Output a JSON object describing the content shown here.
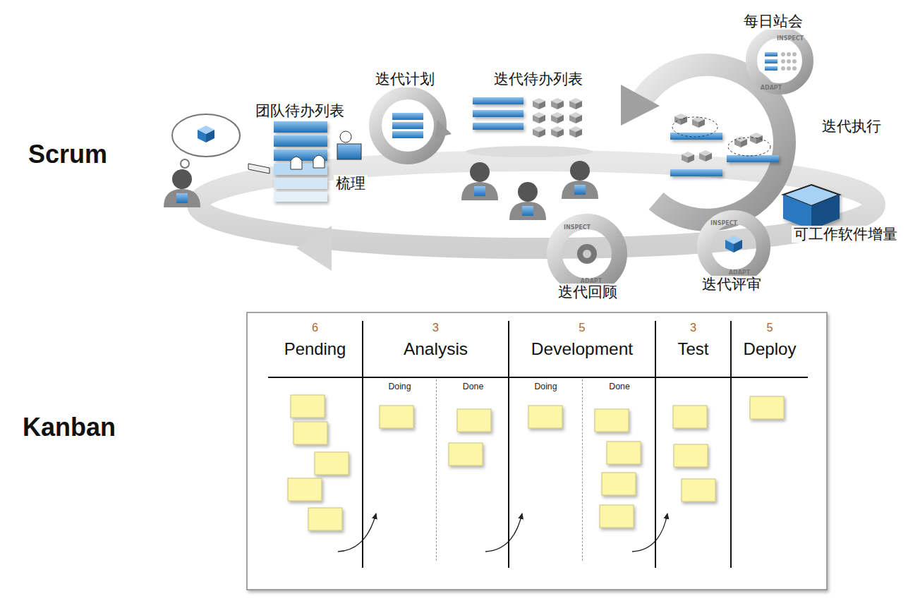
{
  "diagram": {
    "nodes": [
      {
        "text": [
          "6",
          "Pending"
        ]
      },
      {
        "text": [
          "3",
          "Analysis"
        ]
      },
      {
        "text": [
          "Doing"
        ],
        "in": 1
      },
      {
        "text": [
          "Done"
        ],
        "in": 1
      },
      {
        "text": [
          "5",
          "Development"
        ]
      },
      {
        "text": [
          "Doing"
        ],
        "in": 4
      },
      {
        "text": [
          "Done"
        ],
        "in": 4
      },
      {
        "text": [
          "3",
          "Test"
        ]
      },
      {
        "text": [
          "5",
          "Deploy"
        ]
      }
    ],
    "edges": [
      {
        "from": 0,
        "to": 2,
        "arrow": "to"
      },
      {
        "from": 3,
        "to": 5,
        "arrow": "to"
      },
      {
        "from": 6,
        "to": 7,
        "arrow": "to"
      }
    ],
    "labels": [
      "Scrum",
      "Kanban",
      "每日站会",
      "INSPECT",
      "ADAPT",
      "迭代计划",
      "迭代待办列表",
      "团队待办列表",
      "梳理",
      "迭代执行",
      "可工作软件增量",
      "INSPECT",
      "ADAPT",
      "迭代回顾",
      "INSPECT",
      "ADAPT",
      "迭代评审"
    ]
  }
}
